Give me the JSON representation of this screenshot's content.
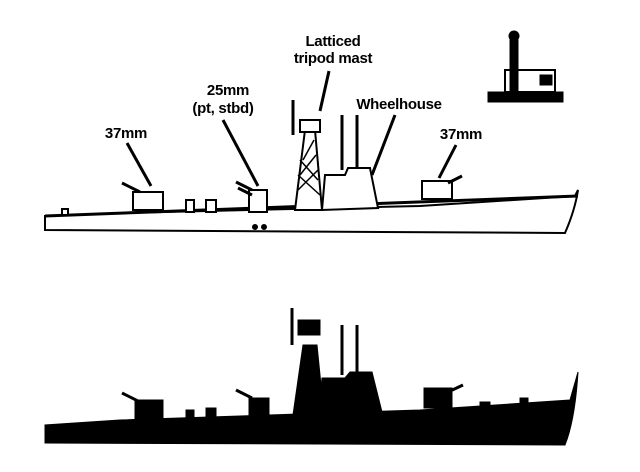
{
  "labels": {
    "mast_line1": "Latticed",
    "mast_line2": "tripod mast",
    "gun25_line1": "25mm",
    "gun25_line2": "(pt, stbd)",
    "wheelhouse": "Wheelhouse",
    "gun37_fwd": "37mm",
    "gun37_aft": "37mm"
  },
  "colors": {
    "ink": "#000000",
    "paper": "#ffffff"
  }
}
